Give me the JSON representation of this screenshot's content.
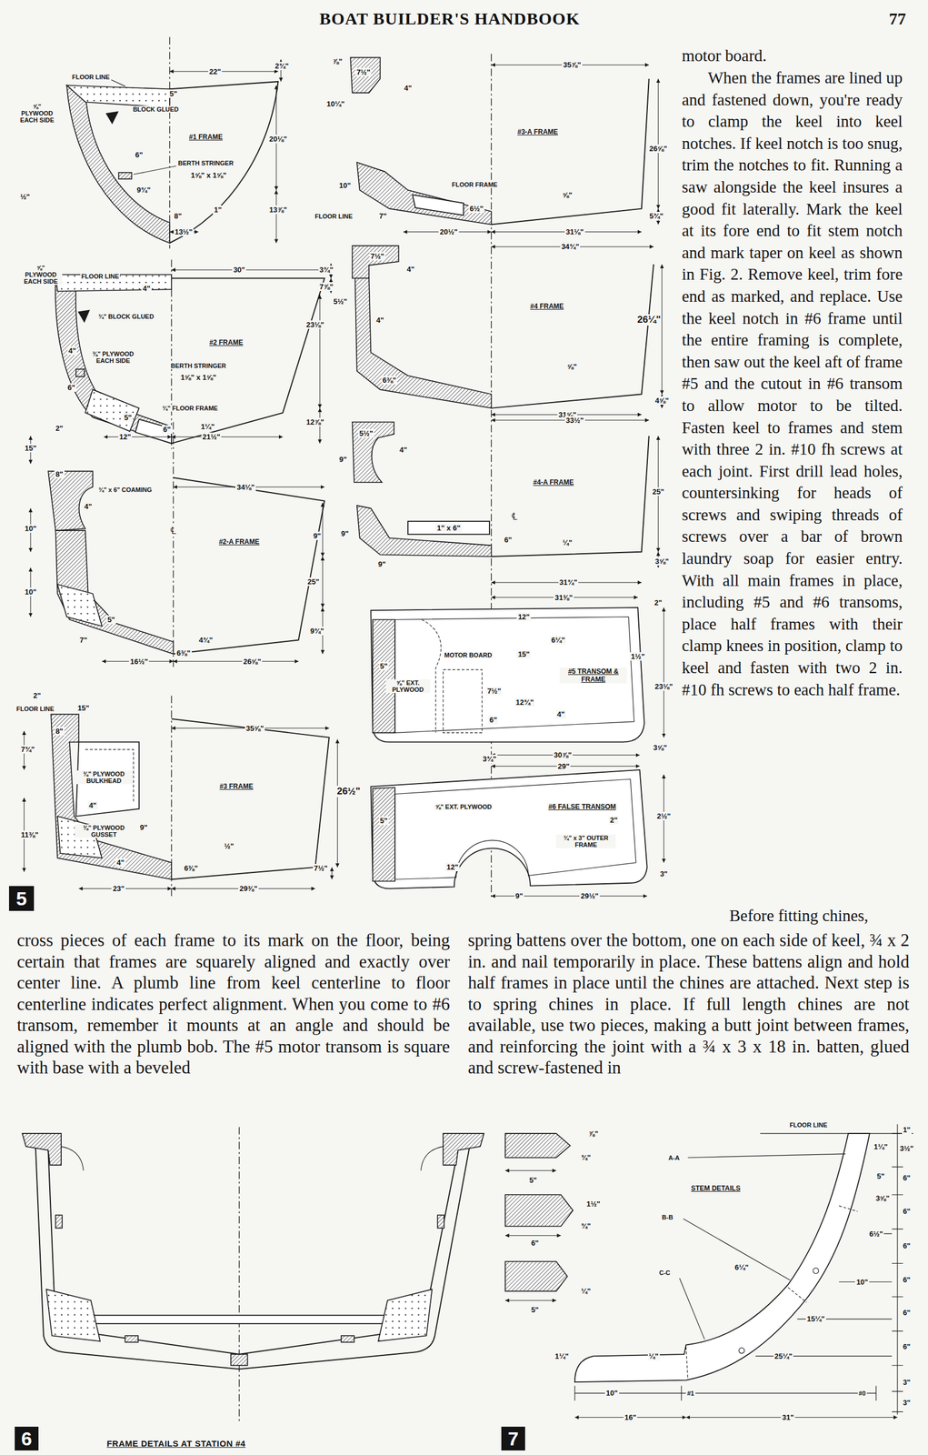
{
  "diagram": {
    "title": "BOAT BUILDER'S HANDBOOK",
    "nodes": [
      {
        "text": [
          "5"
        ]
      },
      {
        "text": [
          "6"
        ]
      },
      {
        "text": [
          "7"
        ]
      }
    ],
    "labels": [
      "77",
      "FLOOR LINE",
      "22\"",
      "2¾\"",
      "5\"",
      "⅝\" PLYWOOD EACH SIDE",
      "BLOCK GLUED",
      "#1 FRAME",
      "20⅛\"",
      "6\"",
      "BERTH STRINGER",
      "1⅝\" x 1⅝\"",
      "9¾\"",
      "½\"",
      "1\"",
      "8\"",
      "13⅞\"",
      "13½\"",
      "⅝\" PLYWOOD EACH SIDE",
      "FLOOR LINE",
      "30\"",
      "3¾\"",
      "7⅞\"",
      "4\"",
      "¾\" BLOCK GLUED",
      "#2 FRAME",
      "23⅛\"",
      "4\"",
      "⅜\" PLYWOOD EACH SIDE",
      "BERTH STRINGER",
      "1⅝\" x 1⅝\"",
      "6\"",
      "¾\" FLOOR FRAME",
      "5\"",
      "6\"",
      "1¼\"",
      "12⅞\"",
      "12\"",
      "21½\"",
      "2\"",
      "15\"",
      "8\"",
      "¾\" x 6\" COAMING",
      "4\"",
      "34⅛\"",
      "10\"",
      "℄",
      "#2-A FRAME",
      "9\"",
      "25\"",
      "10\"",
      "5\"",
      "4¾\"",
      "9¾\"",
      "7\"",
      "6⅜\"",
      "16½\"",
      "26⅝\"",
      "2\"",
      "FLOOR LINE",
      "15\"",
      "8\"",
      "7¾\"",
      "35⅝\"",
      "⅜\" PLYWOOD BULKHEAD",
      "#3 FRAME",
      "26½\"",
      "4\"",
      "9\"",
      "⅜\" PLYWOOD GUSSET",
      "11⅜\"",
      "½\"",
      "4\"",
      "6⅜\"",
      "7½\"",
      "23\"",
      "29⅜\"",
      "⅞\"",
      "7½\"",
      "4\"",
      "10¼\"",
      "35⅞\"",
      "#3-A FRAME",
      "26⅝\"",
      "10\"",
      "FLOOR FRAME",
      "⅝\"",
      "6½\"",
      "5¾\"",
      "FLOOR LINE",
      "7\"",
      "20½\"",
      "31⅛\"",
      "7½\"",
      "4\"",
      "34¾\"",
      "5½\"",
      "#4 FRAME",
      "26¼\"",
      "4\"",
      "⅝\"",
      "6⅜\"",
      "4⅝\"",
      "31⅝\"",
      "33½\"",
      "5½\"",
      "4\"",
      "9\"",
      "#4-A FRAME",
      "25\"",
      "℄",
      "9\"",
      "1\" x 6\"",
      "6\"",
      "¼\"",
      "9\"",
      "3⅝\"",
      "31¾\"",
      "31⅜\"",
      "2\"",
      "12\"",
      "6¼\"",
      "15\"",
      "MOTOR BOARD",
      "1½\"",
      "#5 TRANSOM & FRAME",
      "5\"",
      "⅝\" EXT. PLYWOOD",
      "23⅛\"",
      "7½\"",
      "12¾\"",
      "4\"",
      "6\"",
      "30⅞\"",
      "3⅝\"",
      "3¾\"",
      "29\"",
      "⅝\" EXT. PLYWOOD",
      "#6 FALSE TRANSOM",
      "5\"",
      "2\"",
      "2½\"",
      "¾\" x 3\" OUTER FRAME",
      "12\"",
      "3\"",
      "9\"",
      "29½\"",
      "motor board.",
      "When the frames are lined up and fastened down, you're ready to clamp the keel into keel notches. If keel notch is too snug, trim the notches to fit. Running a saw alongside the keel insures a good fit laterally. Mark the keel at its fore end to fit stem notch and mark taper on keel as shown in Fig. 2. Remove keel, trim fore end as marked, and replace. Use the keel notch in #6 frame until the entire framing is complete, then saw out the keel aft of frame #5 and the cutout in #6 transom to allow motor to be tilted. Fasten keel to frames and stem with three 2 in. #10 fh screws at each joint. First drill lead holes, countersinking for heads of screws and swiping threads of screws over a bar of brown laundry soap for easier entry. With all main frames in place, including #5 and #6 transoms, place half frames with their clamp knees in position, clamp to keel and fasten with two 2 in. #10 fh screws to each half frame.",
      "Before fitting chines,",
      "cross pieces of each frame to its mark on the floor, being certain that frames are squarely aligned and exactly over center line. A plumb line from keel centerline to floor centerline indicates perfect alignment. When you come to #6 transom, remember it mounts at an angle and should be aligned with the plumb bob. The #5 motor transom is square with base with a beveled",
      "spring battens over the bottom, one on each side of keel, ¾ x 2 in. and nail temporarily in place. These battens align and hold half frames in place until the chines are attached. Next step is to spring chines in place. If full length chines are not available, use two pieces, making a butt joint between frames, and reinforcing the joint with a ¾ x 3 x 18 in. batten, glued and screw-fastened in",
      "FRAME DETAILS AT STATION #4",
      "FLOOR LINE",
      "⅞\"",
      "1\"",
      "1¼\"",
      "3½\"",
      "A-A",
      "¾\"",
      "5\"",
      "6\"",
      "5\"",
      "STEM DETAILS",
      "3⅝\"",
      "1½\"",
      "6\"",
      "B-B",
      "¾\"",
      "6½\"",
      "6\"",
      "6¼\"",
      "6\"",
      "C-C",
      "10\"",
      "6\"",
      "¼\"",
      "5\"",
      "6\"",
      "15¼\"",
      "6\"",
      "25¼\"",
      "1¼\"",
      "¼\"",
      "3\"",
      "10\"",
      "#1",
      "#0",
      "3\"",
      "16\"",
      "31\""
    ]
  }
}
